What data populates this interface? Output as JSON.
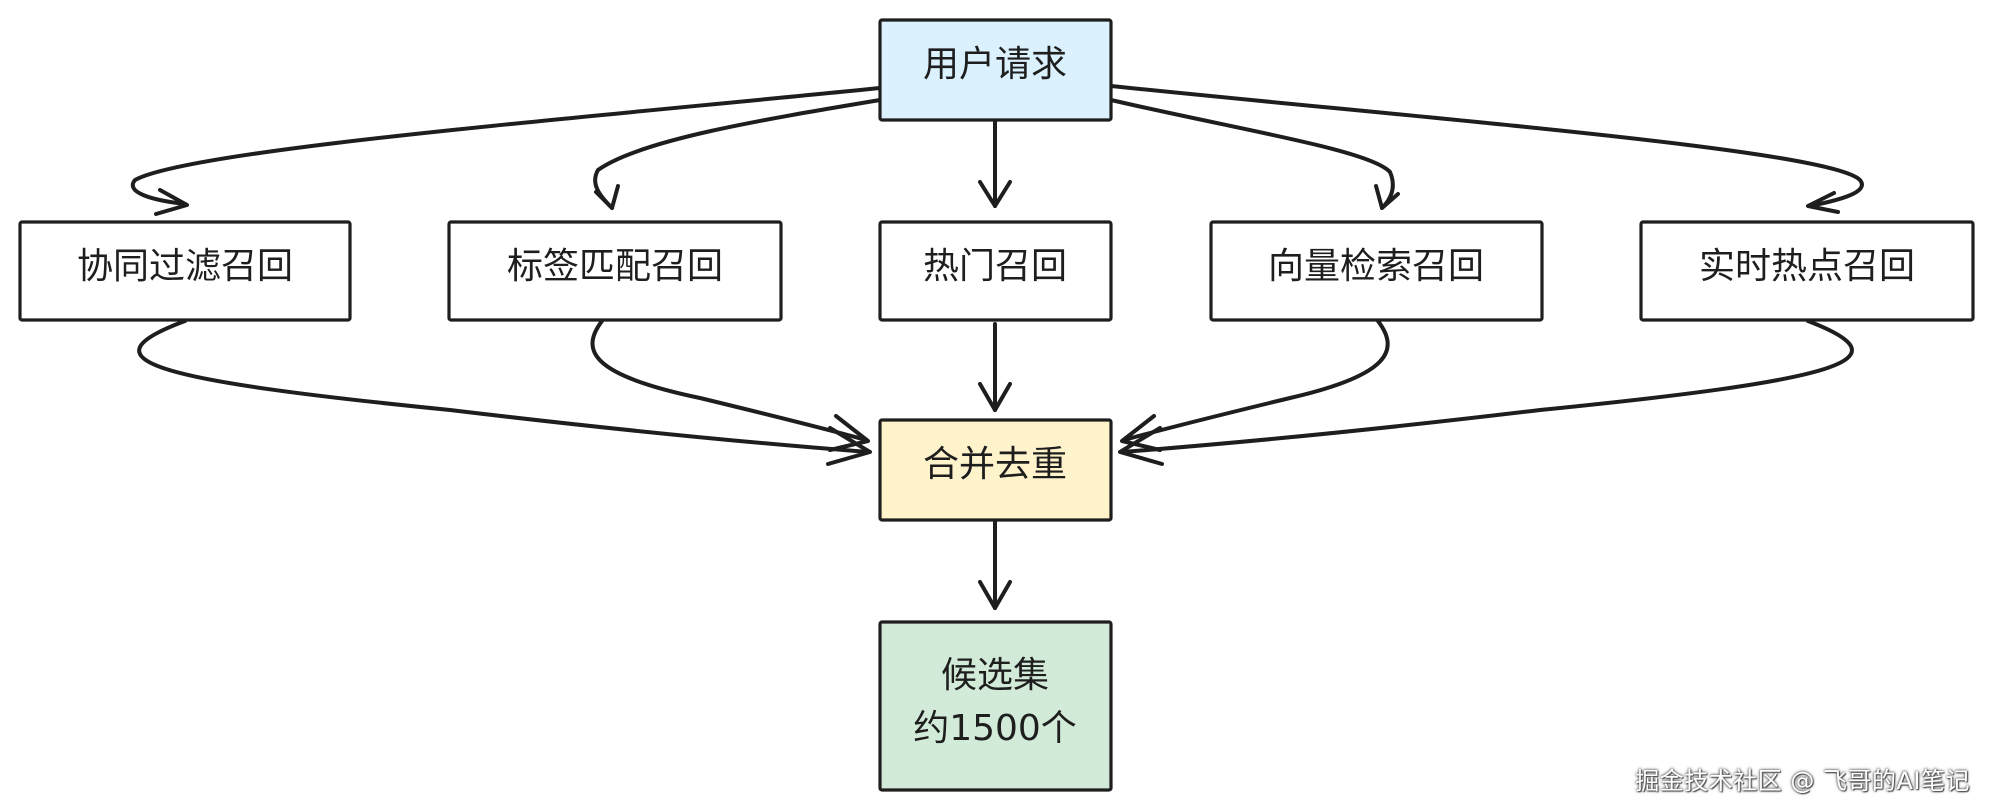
{
  "diagram": {
    "nodes": {
      "user_request": {
        "label": "用户请求",
        "color": "#dbf1fd"
      },
      "cf_recall": {
        "label": "协同过滤召回",
        "color": "#ffffff"
      },
      "tag_recall": {
        "label": "标签匹配召回",
        "color": "#ffffff"
      },
      "hot_recall": {
        "label": "热门召回",
        "color": "#ffffff"
      },
      "vector_recall": {
        "label": "向量检索召回",
        "color": "#ffffff"
      },
      "realtime_recall": {
        "label": "实时热点召回",
        "color": "#ffffff"
      },
      "merge_dedup": {
        "label": "合并去重",
        "color": "#fff3cc"
      },
      "candidate_set": {
        "label_line1": "候选集",
        "label_line2": "约1500个",
        "color": "#d2ebd8"
      }
    },
    "edges": [
      {
        "from": "用户请求",
        "to": "协同过滤召回"
      },
      {
        "from": "用户请求",
        "to": "标签匹配召回"
      },
      {
        "from": "用户请求",
        "to": "热门召回"
      },
      {
        "from": "用户请求",
        "to": "向量检索召回"
      },
      {
        "from": "用户请求",
        "to": "实时热点召回"
      },
      {
        "from": "协同过滤召回",
        "to": "合并去重"
      },
      {
        "from": "标签匹配召回",
        "to": "合并去重"
      },
      {
        "from": "热门召回",
        "to": "合并去重"
      },
      {
        "from": "向量检索召回",
        "to": "合并去重"
      },
      {
        "from": "实时热点召回",
        "to": "合并去重"
      },
      {
        "from": "合并去重",
        "to": "候选集 约1500个"
      }
    ],
    "stroke_color": "#1e1e1e"
  },
  "watermark": {
    "text": "掘金技术社区 @ 飞哥的AI笔记"
  }
}
